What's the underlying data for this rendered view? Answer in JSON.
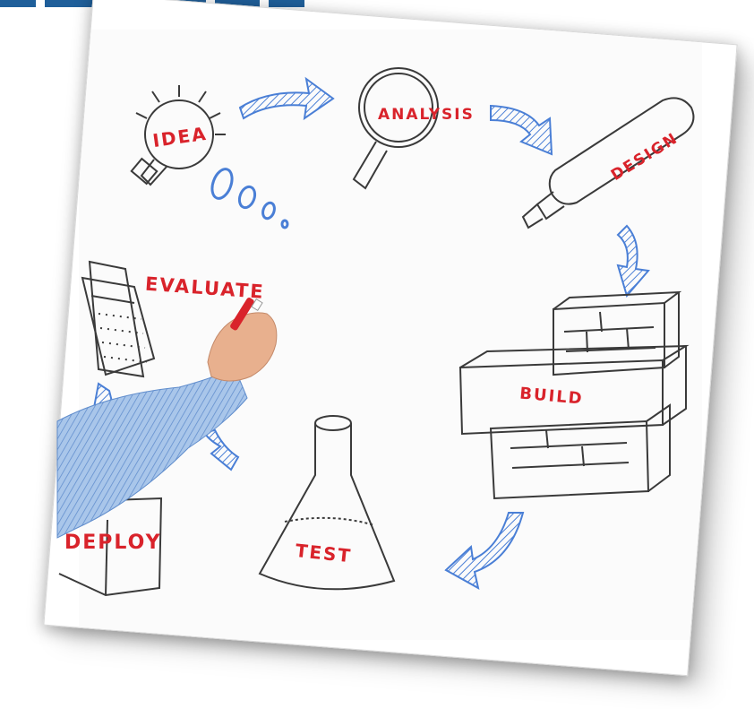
{
  "colors": {
    "band": "#1f5f9a",
    "label_red": "#d9232b",
    "arrow_blue": "#4a7fd6",
    "sketch_ink": "#3a3a3a",
    "shirt_blue": "#7fa8d8",
    "skin": "#e8b08e"
  },
  "diagram": {
    "labels": {
      "idea": "IDEA",
      "analysis": "ANALYSIS",
      "design": "DESIGN",
      "build": "BUILD",
      "test": "TEST",
      "deploy": "DEPLOY",
      "evaluate": "EVALUATE"
    },
    "thought_bubbles": "O o o ."
  },
  "icons": [
    "lightbulb-icon",
    "magnifier-icon",
    "marker-icon",
    "bricks-icon",
    "flask-icon",
    "box-icon",
    "documents-icon",
    "hand-with-marker"
  ]
}
